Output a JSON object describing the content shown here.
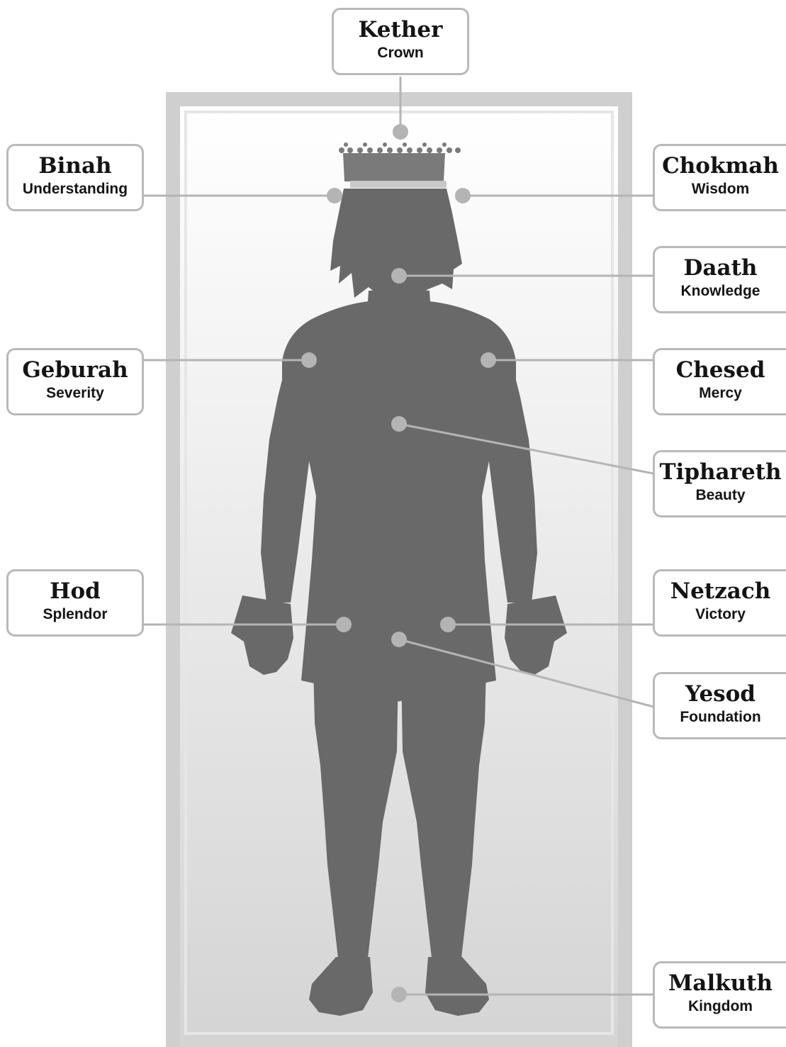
{
  "colors": {
    "frame": "#cfcfcf",
    "frame_inner": "#e6e6e6",
    "panel_top": "#ffffff",
    "panel_bottom": "#d4d4d4",
    "figure": "#696969",
    "connector": "#b4b4b4",
    "card_border": "#b9b9b9",
    "text": "#141414"
  },
  "sephiroth": {
    "kether": {
      "name": "Kether",
      "meaning": "Crown"
    },
    "binah": {
      "name": "Binah",
      "meaning": "Understanding"
    },
    "chokmah": {
      "name": "Chokmah",
      "meaning": "Wisdom"
    },
    "daath": {
      "name": "Daath",
      "meaning": "Knowledge"
    },
    "geburah": {
      "name": "Geburah",
      "meaning": "Severity"
    },
    "chesed": {
      "name": "Chesed",
      "meaning": "Mercy"
    },
    "tiphareth": {
      "name": "Tiphareth",
      "meaning": "Beauty"
    },
    "hod": {
      "name": "Hod",
      "meaning": "Splendor"
    },
    "netzach": {
      "name": "Netzach",
      "meaning": "Victory"
    },
    "yesod": {
      "name": "Yesod",
      "meaning": "Foundation"
    },
    "malkuth": {
      "name": "Malkuth",
      "meaning": "Kingdom"
    }
  }
}
